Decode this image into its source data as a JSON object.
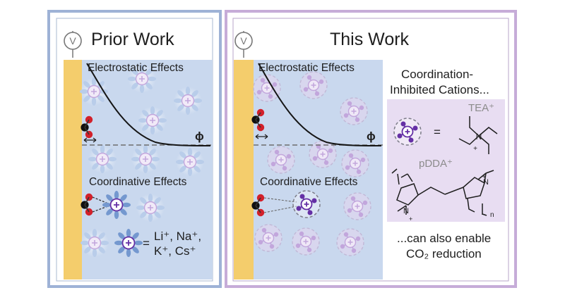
{
  "panels": {
    "prior": {
      "title": "Prior Work",
      "electrostatic_label": "Electrostatic Effects",
      "coordinative_label": "Coordinative Effects",
      "phi_label": "ϕ",
      "legend_equals": "=",
      "legend_line1": "Li⁺, Na⁺,",
      "legend_line2": "K⁺, Cs⁺"
    },
    "this": {
      "title": "This Work",
      "electrostatic_label": "Electrostatic Effects",
      "coordinative_label": "Coordinative Effects",
      "phi_label": "ϕ",
      "box_line1": "Coordination-",
      "box_line2": "Inhibited Cations...",
      "equals": "=",
      "tea_label": "TEA⁺",
      "pdda_label": "pDDA⁺",
      "n_label": "n",
      "footer_line1": "...can also enable",
      "footer_line2": "CO₂ reduction"
    }
  },
  "symbols": {
    "plus": "+",
    "voltmeter": "V"
  },
  "colors": {
    "prior_frame": "#9eb2d6",
    "this_frame": "#c6acd8",
    "electrolyte_bg": "#c9d8ee",
    "electrode": "#f4cd6c",
    "cation_light": "#c2a6dc",
    "cation_dark": "#6530a5",
    "water_light": "#b9cdea",
    "water_dark": "#7498cf",
    "box_bg": "#e8ddf2",
    "co2_red": "#d2202a",
    "carbon": "#111111"
  }
}
